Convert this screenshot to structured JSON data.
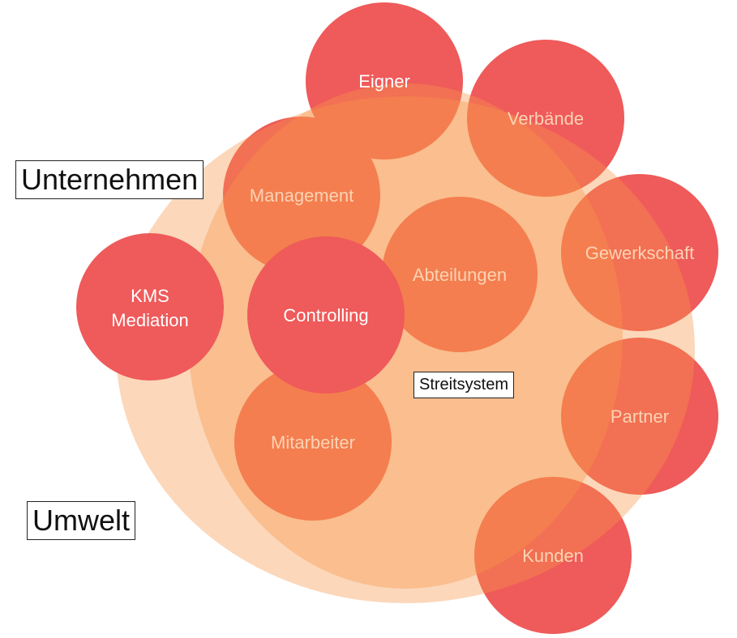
{
  "colors": {
    "circle": "#ef5a5a",
    "overlay": "#f7964a",
    "text": "#ffffff"
  },
  "labels": {
    "unternehmen": "Unternehmen",
    "umwelt": "Umwelt",
    "streitsystem": "Streitsystem"
  },
  "circles": {
    "eigner": "Eigner",
    "verbaende": "Verbände",
    "management": "Management",
    "gewerkschaft": "Gewerkschaft",
    "abteilungen": "Abteilungen",
    "mitarbeiter": "Mitarbeiter",
    "partner": "Partner",
    "kunden": "Kunden",
    "kms_line1": "KMS",
    "kms_line2": "Mediation",
    "controlling": "Controlling"
  }
}
